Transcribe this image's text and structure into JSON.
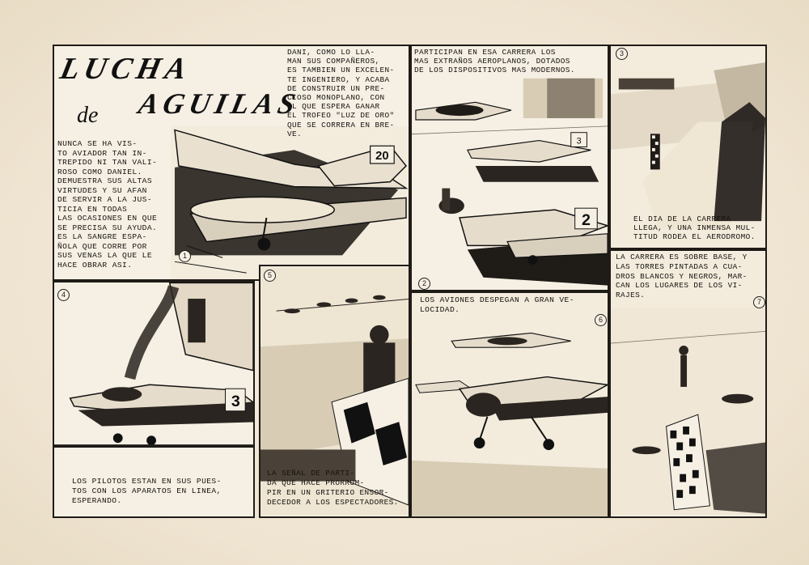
{
  "title": {
    "line1": "LUCHA",
    "line2": "de",
    "line3": "AGUILAS"
  },
  "panels": [
    {
      "id": "1",
      "number": "1",
      "caption_left": "NUNCA SE HA VIS-\nTO AVIADOR TAN IN-\nTREPIDO NI TAN VALI-\nROSO COMO DANIEL.\nDEMUESTRA SUS ALTAS\nVIRTUDES Y SU AFAN\nDE SERVIR A LA JUS-\nTICIA EN TODAS\nLAS OCASIONES EN QUE\nSE PRECISA SU AYUDA.\n  ES LA SANGRE ESPA-\nÑOLA QUE CORRE POR\nSUS VENAS LA QUE LE\nHACE OBRAR ASI.",
      "caption_right": "DANI, COMO LO LLA-\nMAN SUS COMPAÑEROS,\nES TAMBIEN UN EXCELEN-\nTE INGENIERO, Y ACABA\nDE CONSTRUIR UN PRE-\nCIOSO MONOPLANO, CON\nEL QUE ESPERA GANAR\nEL TROFEO \"LUZ DE ORO\"\nQUE SE CORRERA EN BRE-\nVE.",
      "plane_number": "20"
    },
    {
      "id": "2",
      "number": "2",
      "caption": "PARTICIPAN EN ESA CARRERA LOS\nMAS EXTRAÑOS AEROPLANOS, DOTADOS\nDE LOS DISPOSITIVOS MAS MODERNOS.",
      "plane_numbers": [
        "3",
        "2"
      ]
    },
    {
      "id": "3",
      "number": "3",
      "caption": "EL DIA DE LA CARRERA\nLLEGA, Y UNA INMENSA MUL-\nTITUD RODEA EL AERODROMO."
    },
    {
      "id": "4",
      "number": "4",
      "caption": "LOS PILOTOS ESTAN EN SUS PUES-\nTOS CON LOS APARATOS EN LINEA,\nESPERANDO.",
      "plane_number": "3"
    },
    {
      "id": "5",
      "number": "5",
      "caption": "LA SEÑAL DE PARTI-\nDA QUE HACE PRORRUM-\nPIR EN UN GRITERIO ENSOR-\nDECEDOR A LOS ESPECTADORES."
    },
    {
      "id": "6",
      "number": "6",
      "caption": "LOS AVIONES DESPEGAN A GRAN VE-\nLOCIDAD."
    },
    {
      "id": "7",
      "number": "7",
      "caption": "LA CARRERA ES SOBRE BASE, Y\nLAS TORRES PINTADAS A CUA-\nDROS BLANCOS Y NEGROS, MAR-\nCAN LOS LUGARES DE LOS VI-\nRAJES."
    }
  ]
}
